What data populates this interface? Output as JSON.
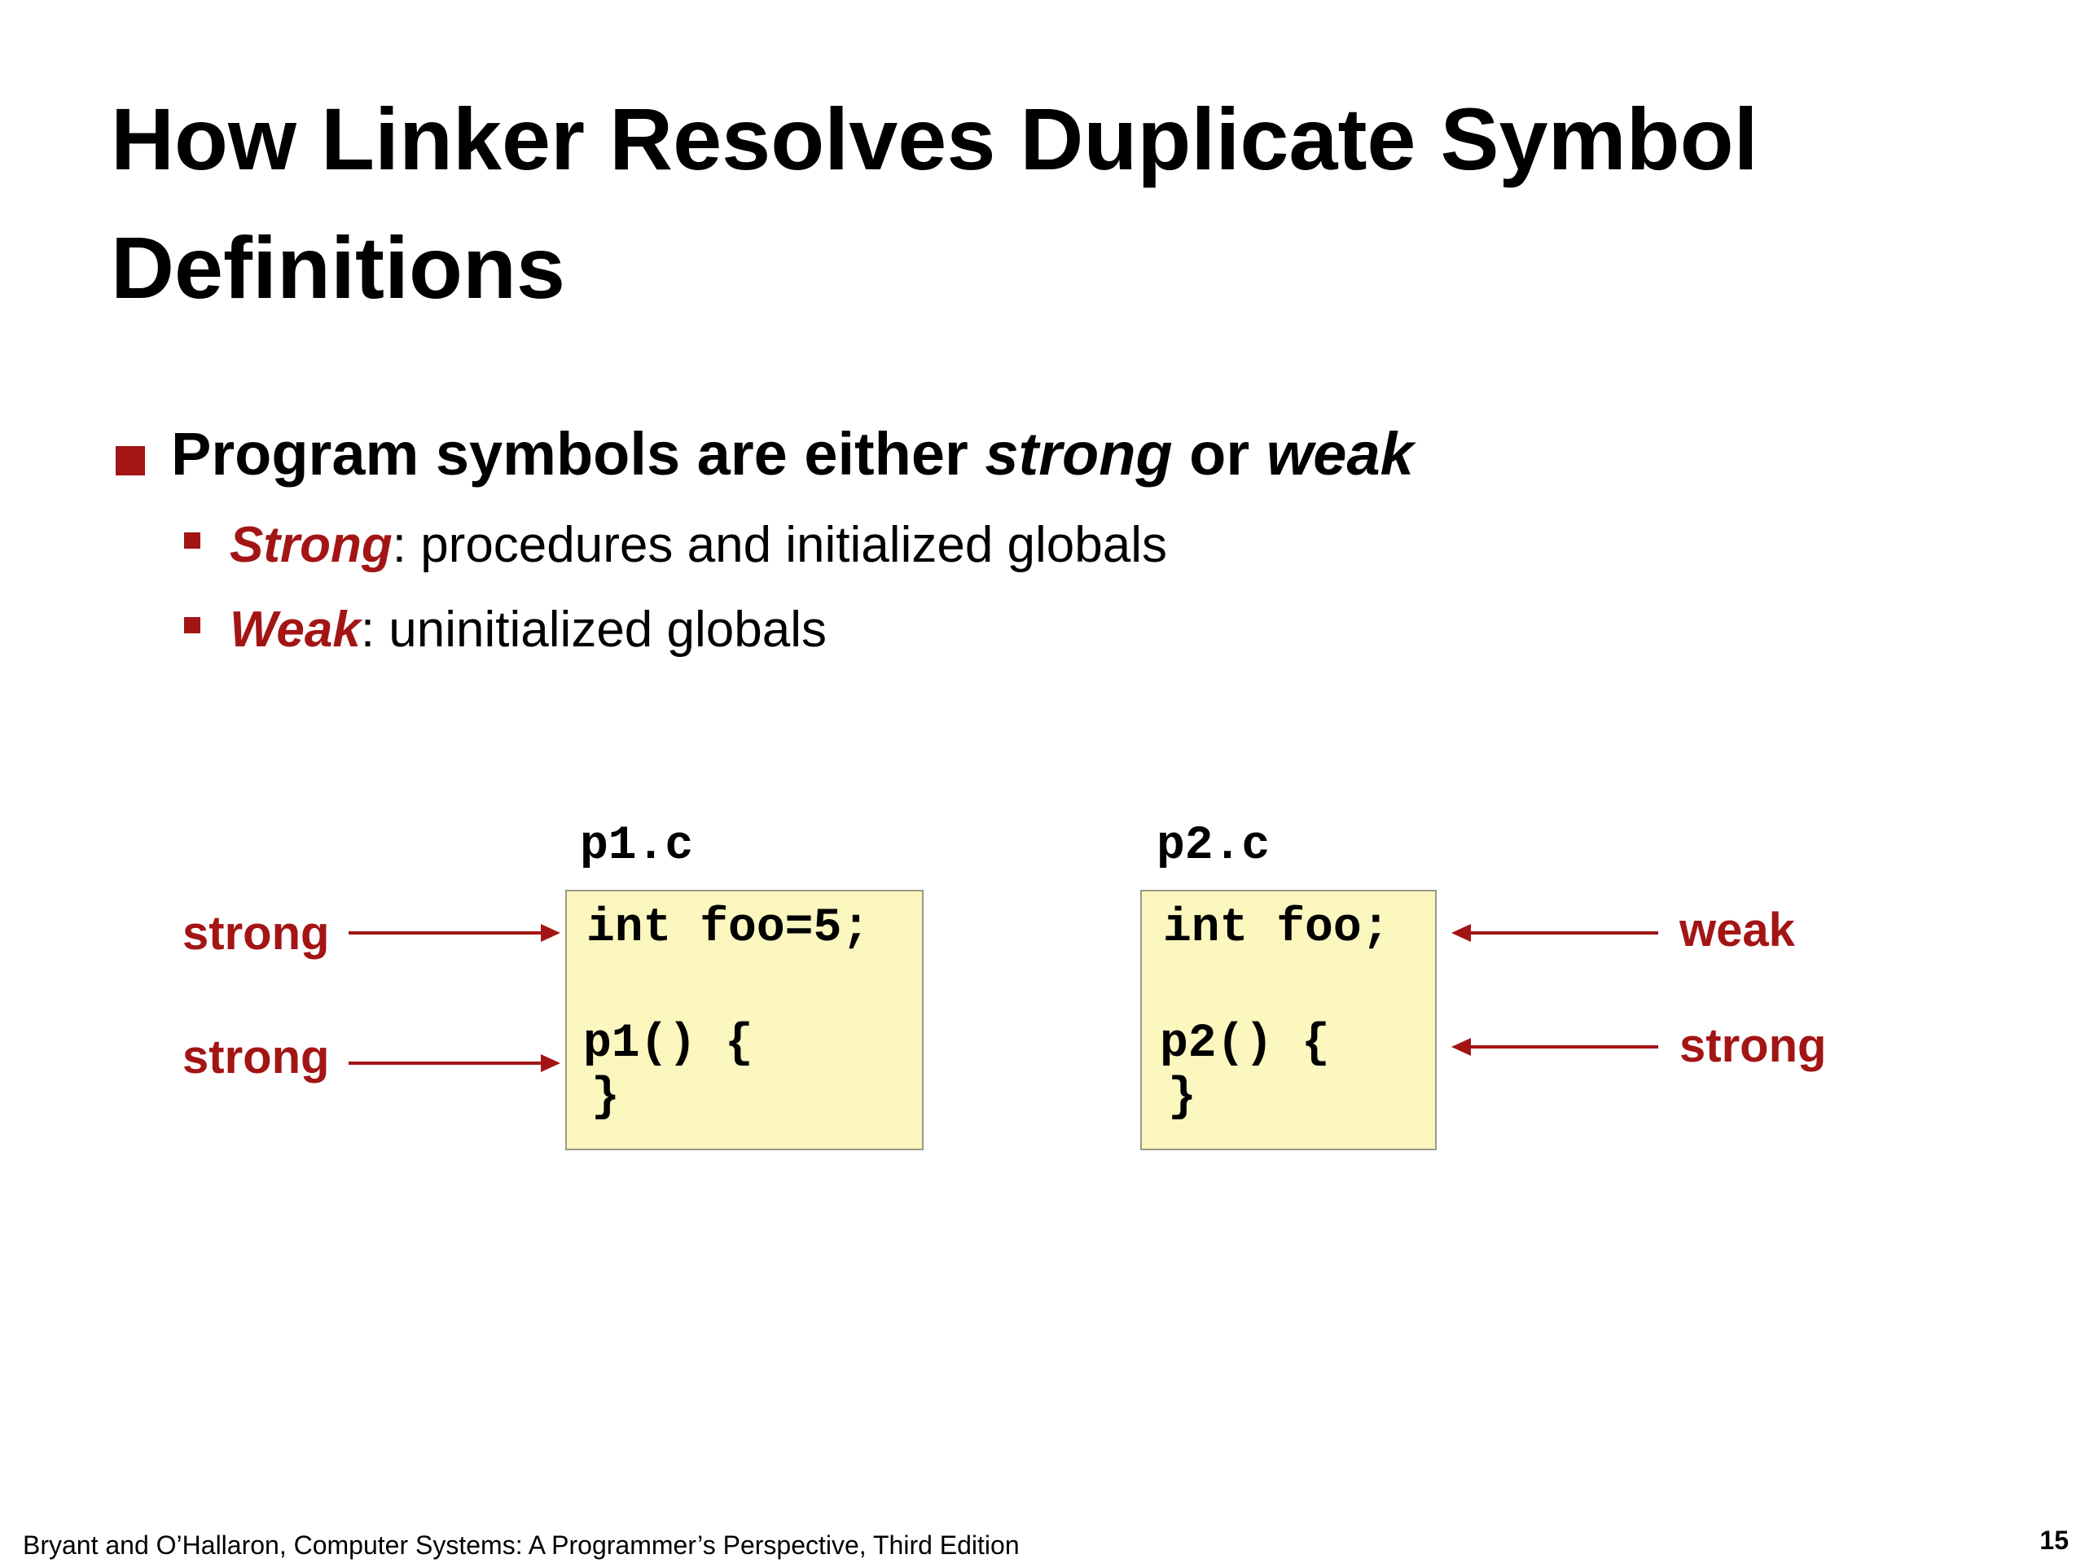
{
  "slide": {
    "title": "How Linker Resolves Duplicate Symbol Definitions",
    "bullet1": {
      "prefix": "Program symbols are either ",
      "strong_word": "strong",
      "middle": " or ",
      "weak_word": "weak"
    },
    "bullet2": {
      "term": "Strong",
      "rest": ": procedures and initialized globals"
    },
    "bullet3": {
      "term": "Weak",
      "rest": ": uninitialized globals"
    }
  },
  "diagram": {
    "file1": {
      "name": "p1.c",
      "line1": "int foo=5;",
      "line2": "p1() {",
      "line3": "}",
      "label1": "strong",
      "label2": "strong"
    },
    "file2": {
      "name": "p2.c",
      "line1": "int foo;",
      "line2": "p2() {",
      "line3": "}",
      "label1": "weak",
      "label2": "strong"
    },
    "colors": {
      "accent": "#a31515",
      "code_box": "#fbf7bf"
    }
  },
  "footer": {
    "citation": "Bryant and O’Hallaron, Computer Systems: A Programmer’s Perspective, Third Edition",
    "page_number": "15"
  }
}
